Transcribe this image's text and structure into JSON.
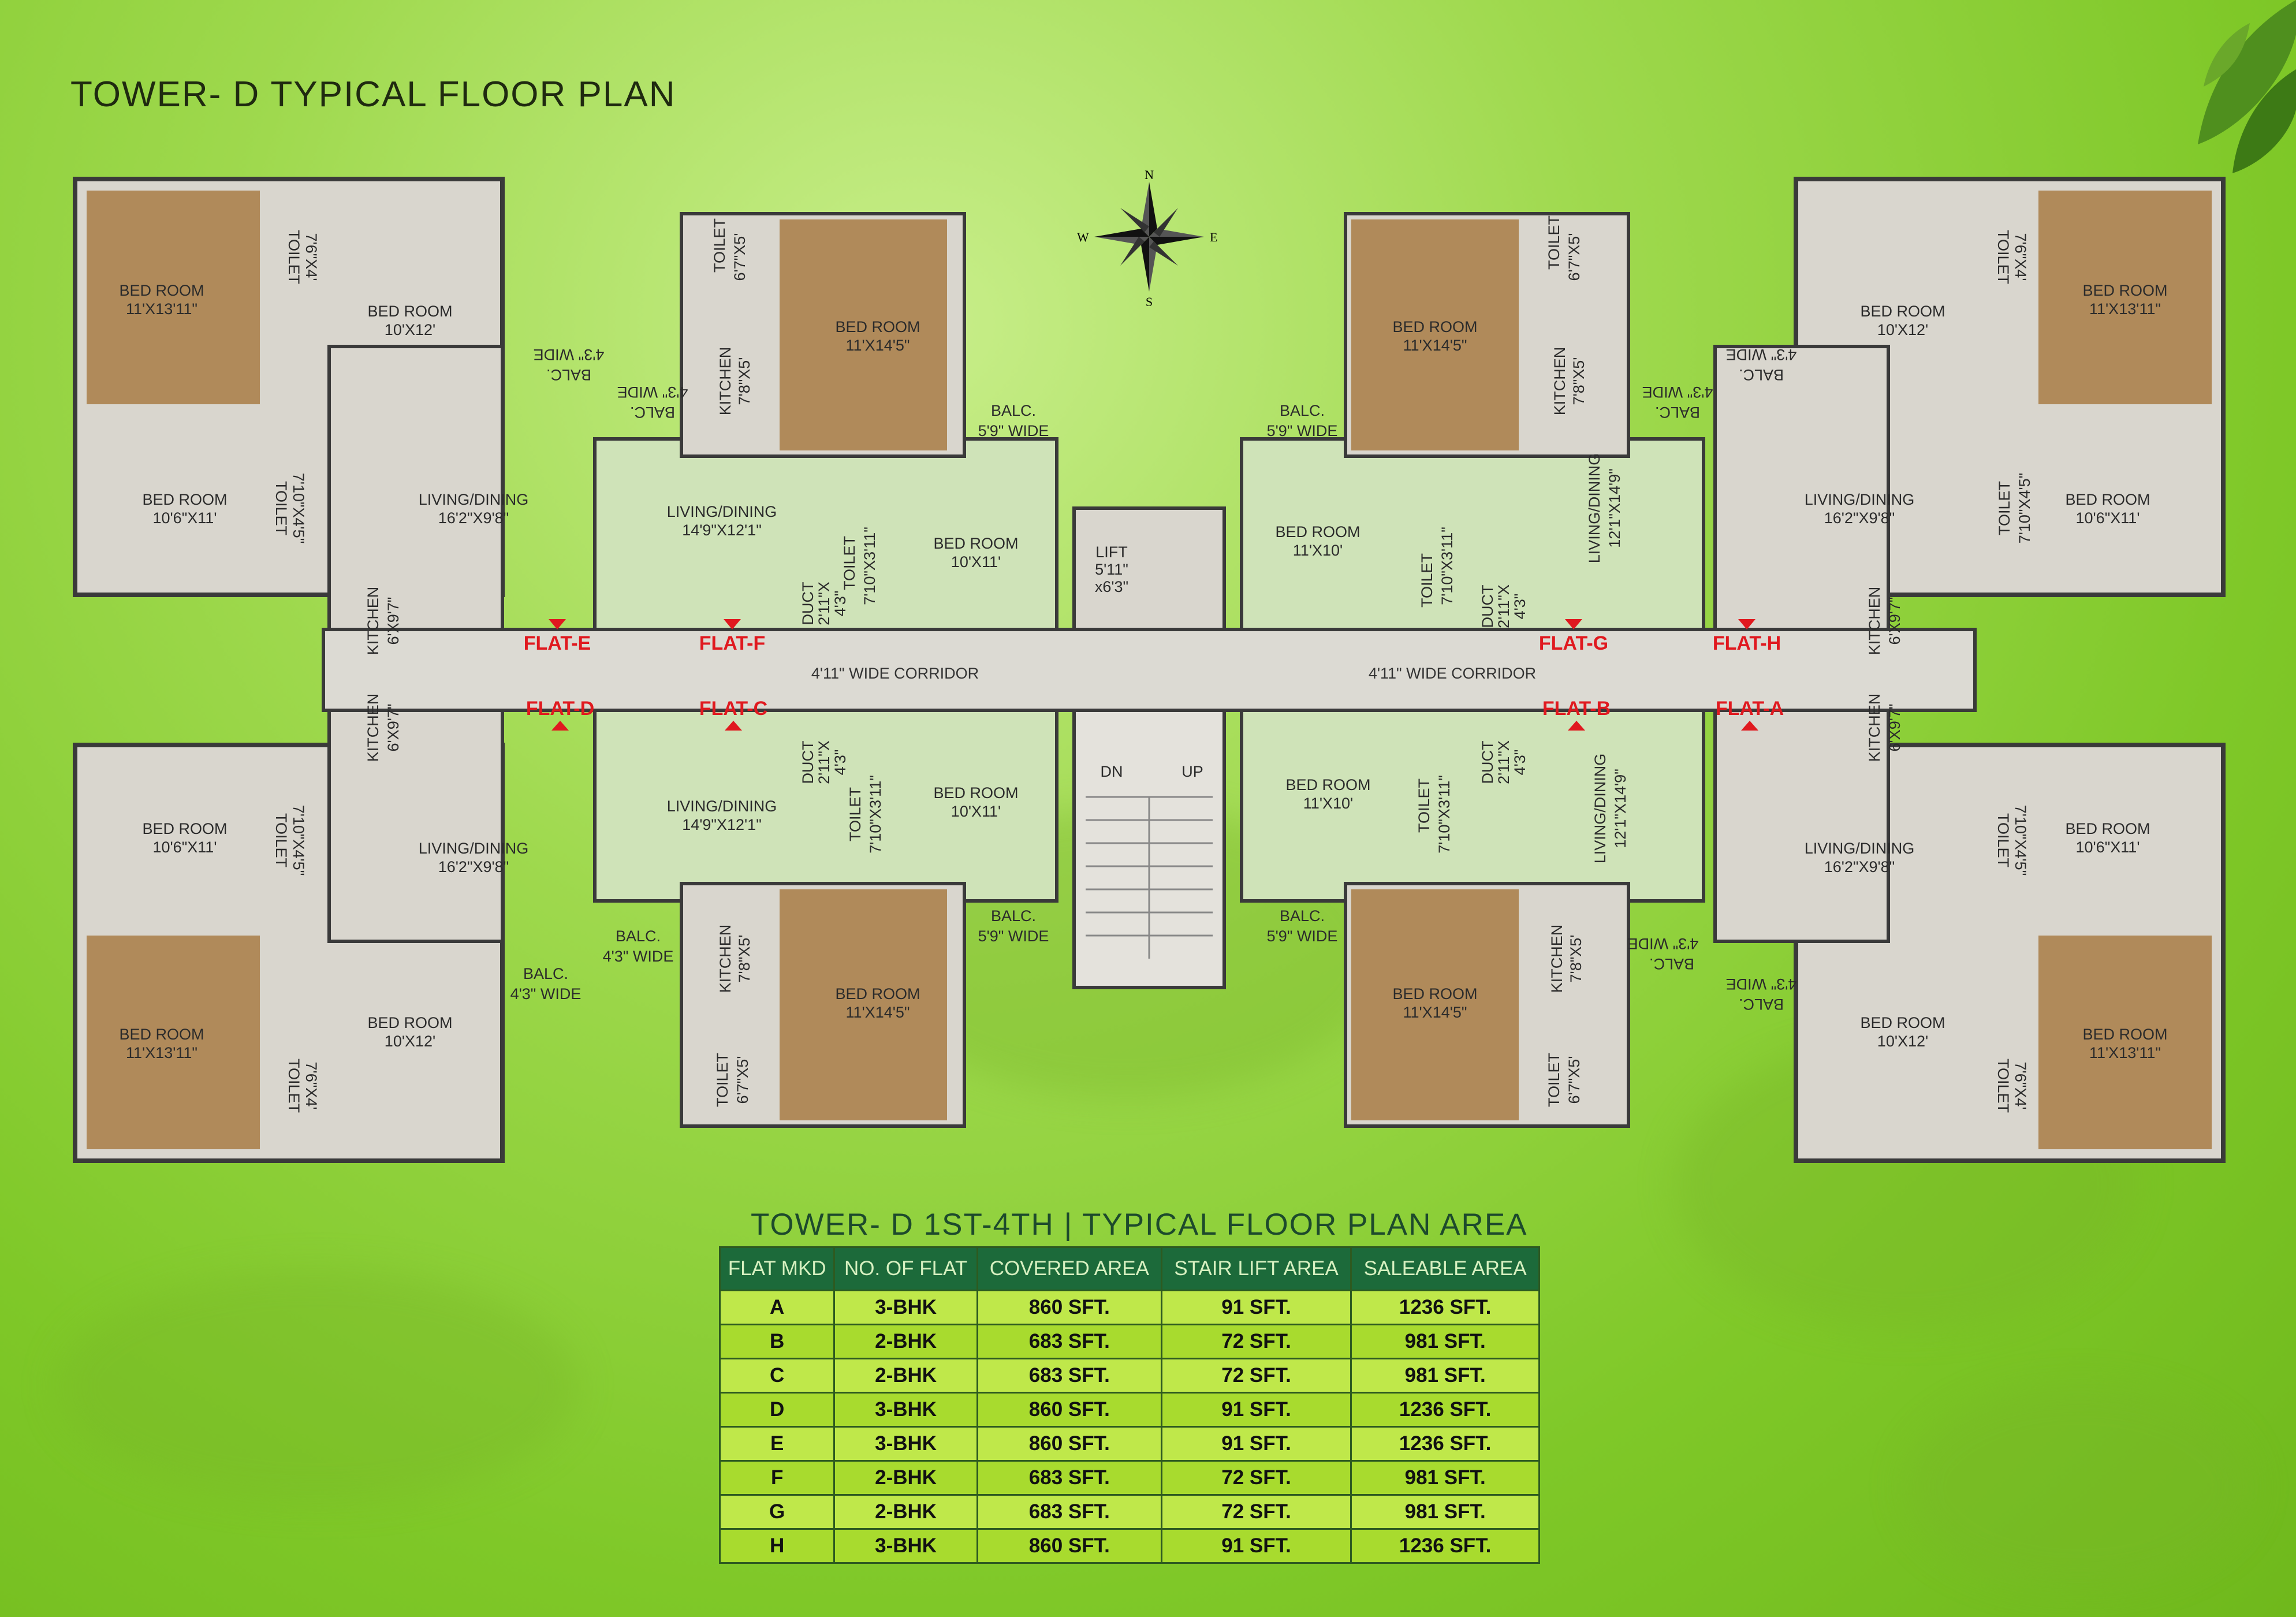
{
  "title": "TOWER- D TYPICAL FLOOR PLAN",
  "compass": {
    "n": "N",
    "s": "S",
    "e": "E",
    "w": "W"
  },
  "flats": {
    "a": "FLAT-A",
    "b": "FLAT-B",
    "c": "FLAT-C",
    "d": "FLAT-D",
    "e": "FLAT-E",
    "f": "FLAT-F",
    "g": "FLAT-G",
    "h": "FLAT-H"
  },
  "corridor": "4'11\" WIDE CORRIDOR",
  "lift": {
    "name": "LIFT",
    "dim1": "5'11\"",
    "dim2": "x6'3\""
  },
  "stairs": {
    "dn": "DN",
    "up": "UP"
  },
  "rooms": {
    "bedroom": "BED ROOM",
    "living": "LIVING/DINING",
    "kitchen": "KITCHEN",
    "toilet": "TOILET",
    "balcony": "BALC.",
    "duct": "DUCT",
    "d_bed_11x13_11": "11'X13'11\"",
    "d_bed_10x12": "10'X12'",
    "d_bed_10_6x11": "10'6\"X11'",
    "d_bed_11x14_5": "11'X14'5\"",
    "d_bed_10x11": "10'X11'",
    "d_bed_11x10": "11'X10'",
    "d_liv_16_2x9_8": "16'2\"X9'8\"",
    "d_liv_14_9x12_1": "14'9\"X12'1\"",
    "d_liv_12_1x14_9": "12'1\"X14'9\"",
    "d_toi_7_6x4": "7'6\"X4'",
    "d_toi_7_10x4_5": "7'10\"X4'5\"",
    "d_toi_6_7x5": "6'7\"X5'",
    "d_toi_7_10x3_11": "7'10\"X3'11\"",
    "d_kit_6x9_7": "6'X9'7\"",
    "d_kit_7_8x5": "7'8\"X5'",
    "d_duct_2_11": "2'11\"X",
    "d_duct_4_3": "4'3\"",
    "d_balc_5_9": "5'9\" WIDE",
    "d_balc_4_3": "4'3\" WIDE"
  },
  "area_table": {
    "title": "TOWER- D 1ST-4TH | TYPICAL FLOOR PLAN AREA",
    "headers": [
      "FLAT MKD",
      "NO. OF FLAT",
      "COVERED AREA",
      "STAIR LIFT AREA",
      "SALEABLE AREA"
    ],
    "rows": [
      [
        "A",
        "3-BHK",
        "860 SFT.",
        "91 SFT.",
        "1236 SFT."
      ],
      [
        "B",
        "2-BHK",
        "683 SFT.",
        "72 SFT.",
        "981 SFT."
      ],
      [
        "C",
        "2-BHK",
        "683 SFT.",
        "72 SFT.",
        "981 SFT."
      ],
      [
        "D",
        "3-BHK",
        "860 SFT.",
        "91 SFT.",
        "1236 SFT."
      ],
      [
        "E",
        "3-BHK",
        "860 SFT.",
        "91 SFT.",
        "1236 SFT."
      ],
      [
        "F",
        "2-BHK",
        "683 SFT.",
        "72 SFT.",
        "981 SFT."
      ],
      [
        "G",
        "2-BHK",
        "683 SFT.",
        "72 SFT.",
        "981 SFT."
      ],
      [
        "H",
        "3-BHK",
        "860 SFT.",
        "91 SFT.",
        "1236 SFT."
      ]
    ]
  },
  "colors": {
    "floor": "#d9d6ce",
    "wood": "#b08a5a",
    "wall": "#3a3a3a",
    "green_floor": "#cfe3b8",
    "flat_marker": "#e0191f"
  }
}
